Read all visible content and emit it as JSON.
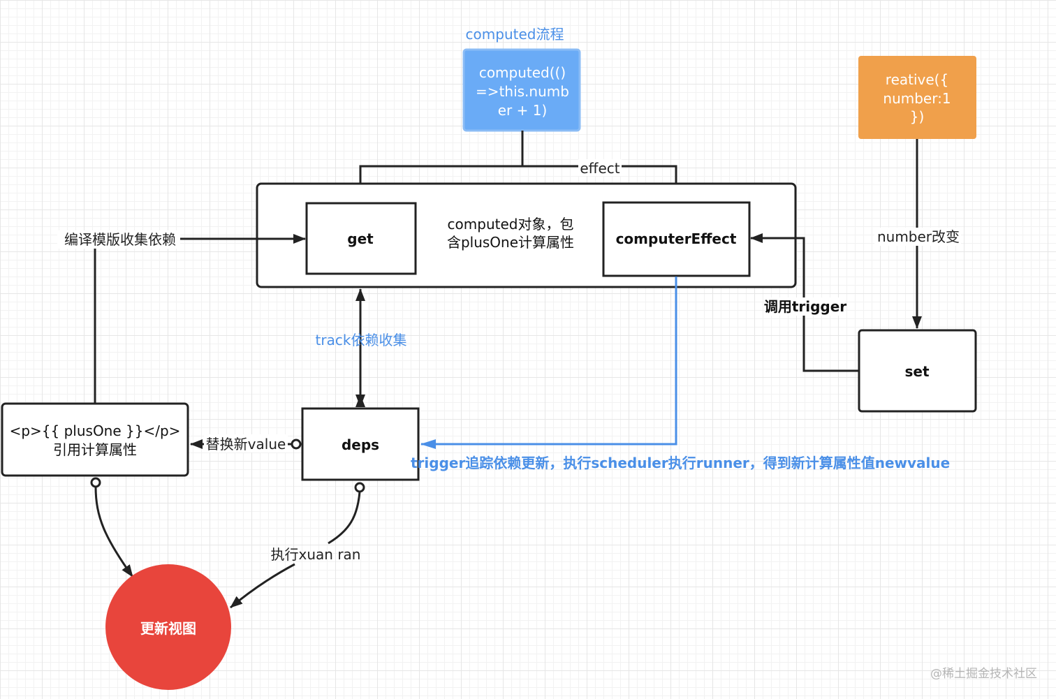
{
  "title": "computed流程",
  "nodes": {
    "computed_fn": {
      "lines": [
        "computed(()",
        "=>this.numb",
        "er + 1)"
      ],
      "color": "#6aabf6"
    },
    "reactive": {
      "lines": [
        "reative({",
        "number:1",
        "})"
      ],
      "color": "#f0a04b"
    },
    "computed_obj": {
      "lines": [
        "computed对象，包",
        "含plusOne计算属性"
      ]
    },
    "get": "get",
    "computer_effect": "computerEffect",
    "set": "set",
    "deps": "deps",
    "template": {
      "lines": [
        "<p>{{ plusOne }}</p>",
        "引用计算属性"
      ]
    },
    "update_view": {
      "label": "更新视图",
      "color": "#e8453c"
    }
  },
  "edges": {
    "effect": "effect",
    "compile": "编译模版收集依赖",
    "number_change": "number改变",
    "call_trigger": "调用trigger",
    "track": "track依赖收集",
    "replace_value": "替换新value",
    "trigger_desc": "trigger追踪依赖更新，执行scheduler执行runner，得到新计算属性值newvalue",
    "render": "执行xuan ran"
  },
  "watermark": "@稀土掘金技术社区"
}
